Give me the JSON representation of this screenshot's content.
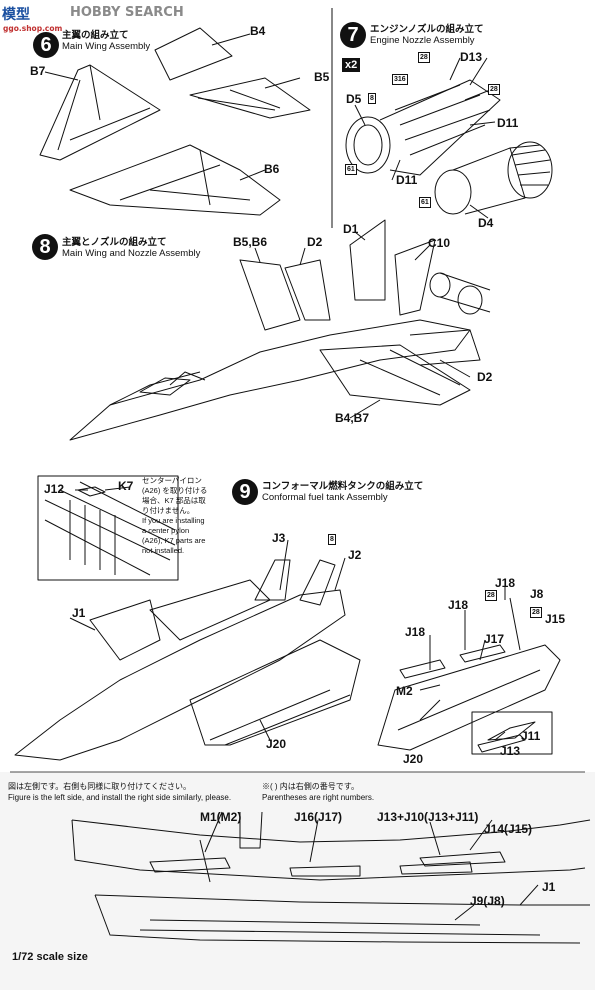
{
  "watermark": {
    "logo": "模型",
    "brand": "HOBBY SEARCH",
    "url": "ggo.shop.com"
  },
  "step6": {
    "number": "6",
    "title_jp": "主翼の組み立て",
    "title_en": "Main Wing Assembly"
  },
  "step7": {
    "number": "7",
    "title_jp": "エンジンノズルの組み立て",
    "title_en": "Engine Nozzle Assembly",
    "multiplier": "x2"
  },
  "step8": {
    "number": "8",
    "title_jp": "主翼とノズルの組み立て",
    "title_en": "Main Wing and Nozzle Assembly"
  },
  "step9": {
    "number": "9",
    "title_jp": "コンフォーマル燃料タンクの組み立て",
    "title_en": "Conformal fuel tank Assembly"
  },
  "parts": {
    "b4": "B4",
    "b7": "B7",
    "b5": "B5",
    "b6": "B6",
    "d13": "D13",
    "d5": "D5",
    "d11a": "D11",
    "d11b": "D11",
    "d4": "D4",
    "b5b6": "B5,B6",
    "d2a": "D2",
    "d1": "D1",
    "c10": "C10",
    "d2b": "D2",
    "b4b7": "B4,B7",
    "j12": "J12",
    "k7": "K7",
    "j1": "J1",
    "j3": "J3",
    "j2": "J2",
    "j20a": "J20",
    "j18a": "J18",
    "j8": "J8",
    "j18b": "J18",
    "j15": "J15",
    "j18c": "J18",
    "j17": "J17",
    "m2": "M2",
    "j11": "J11",
    "j13": "J13",
    "j20b": "J20"
  },
  "tags": {
    "t8a": "8",
    "t28a": "28",
    "t316": "316",
    "t28b": "28",
    "t61a": "61",
    "t61b": "61",
    "t8b": "8",
    "t28c": "28",
    "t28d": "28"
  },
  "pylon_note": {
    "jp_line1": "センターパイロン",
    "jp_line2": "(A26) を取り付ける",
    "jp_line3": "場合、K7 部品は取",
    "jp_line4": "り付けません。",
    "en_line1": "If you are installing",
    "en_line2": "a center pylon",
    "en_line3": "(A26), K7 parts are",
    "en_line4": "not installed."
  },
  "side_view": {
    "note_jp": "図は左側です。右側も同様に取り付けてください。",
    "note_en": "Figure is the left side, and install the right side similarly, please.",
    "paren_jp": "※(  ) 内は右側の番号です。",
    "paren_en": "Parentheses are right numbers.",
    "m1m2": "M1(M2)",
    "j16j17": "J16(J17)",
    "j13j10": "J13+J10(J13+J11)",
    "j14j15": "J14(J15)",
    "j1": "J1",
    "j9j8": "J9(J8)",
    "scale": "1/72 scale size"
  }
}
